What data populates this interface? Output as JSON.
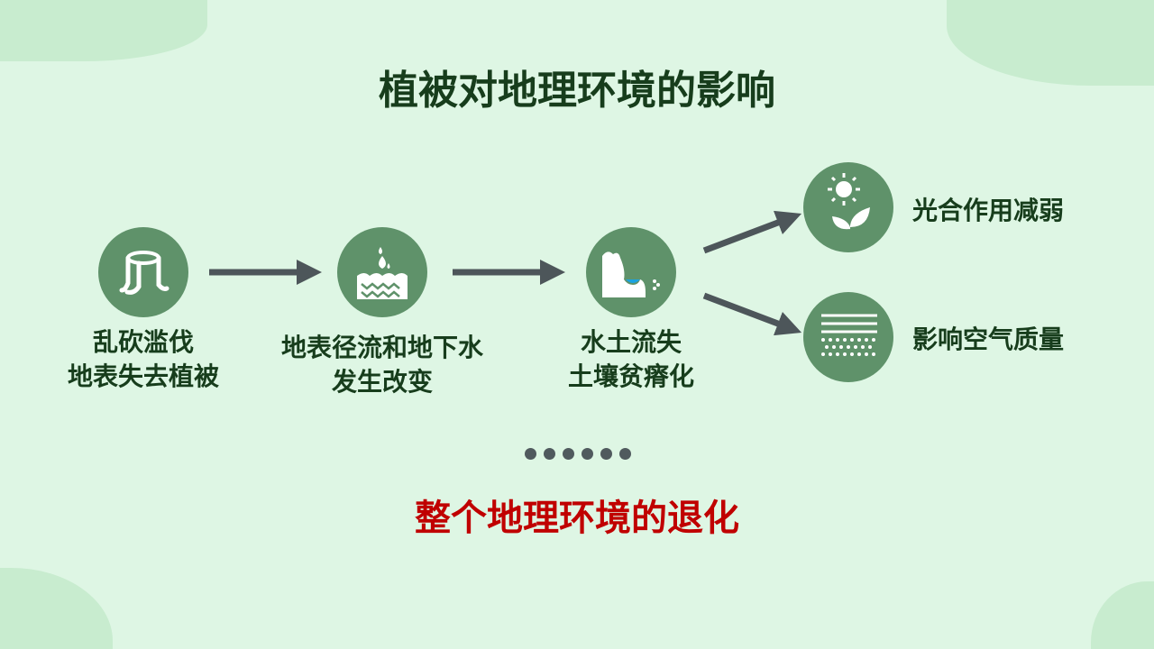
{
  "title": "植被对地理环境的影响",
  "steps": [
    {
      "icon": "tree-stump-icon",
      "line1": "乱砍滥伐",
      "line2": "地表失去植被"
    },
    {
      "icon": "soil-water-icon",
      "line1": "地表径流和地下水",
      "line2": "发生改变"
    },
    {
      "icon": "erosion-icon",
      "line1": "水土流失",
      "line2": "土壤贫瘠化"
    }
  ],
  "outcomes": [
    {
      "icon": "plant-sun-icon",
      "label": "光合作用减弱"
    },
    {
      "icon": "air-quality-icon",
      "label": "影响空气质量"
    }
  ],
  "conclusion": "整个地理环境的退化",
  "colors": {
    "background": "#def6e4",
    "circle": "#5f926a",
    "arrow": "#4d565a",
    "conclusion": "#c00000",
    "text": "#173d1c"
  }
}
